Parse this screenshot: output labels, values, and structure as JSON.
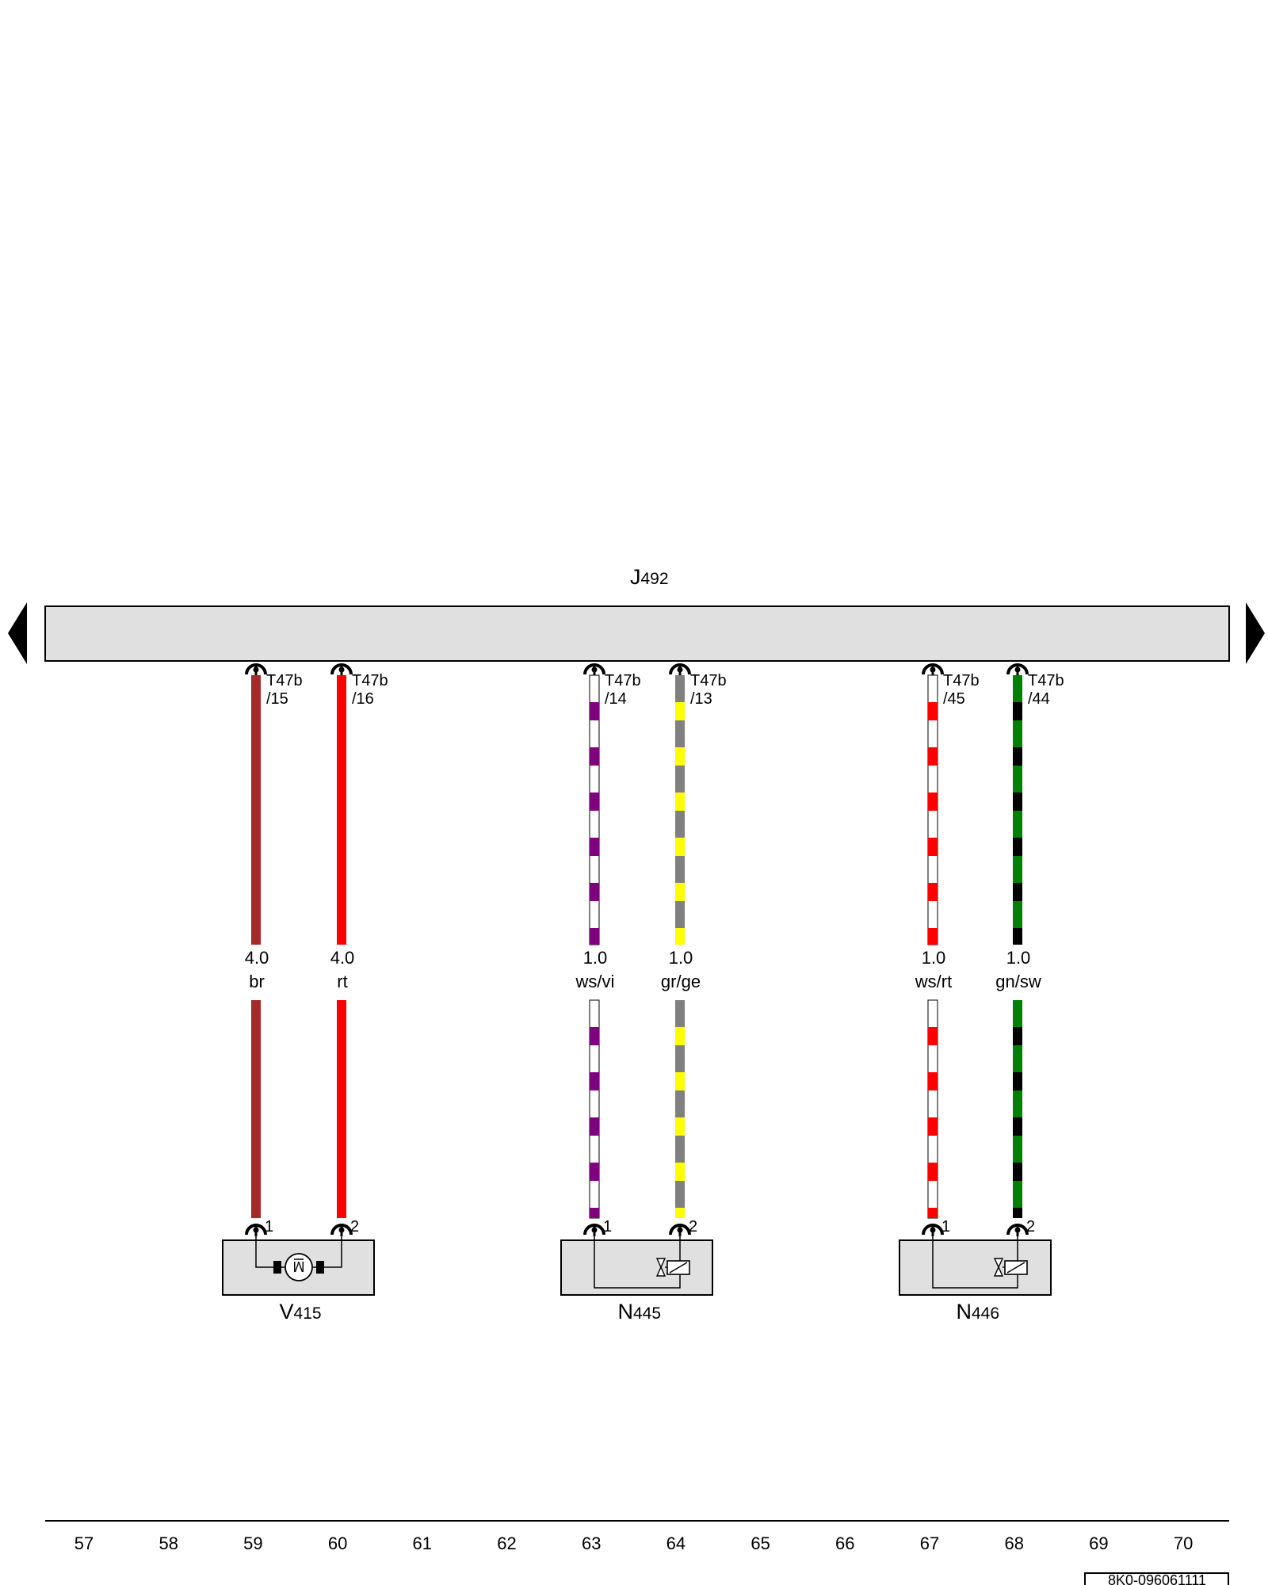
{
  "module": {
    "letter": "J",
    "number": "492"
  },
  "wires": [
    {
      "id": "w1",
      "connector": "T47b",
      "terminal": "/15",
      "size": "4.0",
      "color_code": "br",
      "colors": [
        "#a52a2a"
      ],
      "component_pin": "1"
    },
    {
      "id": "w2",
      "connector": "T47b",
      "terminal": "/16",
      "size": "4.0",
      "color_code": "rt",
      "colors": [
        "#ff0000"
      ],
      "component_pin": "2"
    },
    {
      "id": "w3",
      "connector": "T47b",
      "terminal": "/14",
      "size": "1.0",
      "color_code": "ws/vi",
      "colors": [
        "#ffffff",
        "#800080"
      ],
      "component_pin": "1"
    },
    {
      "id": "w4",
      "connector": "T47b",
      "terminal": "/13",
      "size": "1.0",
      "color_code": "gr/ge",
      "colors": [
        "#808080",
        "#ffff00"
      ],
      "component_pin": "2"
    },
    {
      "id": "w5",
      "connector": "T47b",
      "terminal": "/45",
      "size": "1.0",
      "color_code": "ws/rt",
      "colors": [
        "#ffffff",
        "#ff0000"
      ],
      "component_pin": "1"
    },
    {
      "id": "w6",
      "connector": "T47b",
      "terminal": "/44",
      "size": "1.0",
      "color_code": "gn/sw",
      "colors": [
        "#008000",
        "#000000"
      ],
      "component_pin": "2"
    }
  ],
  "components": [
    {
      "id": "v415",
      "letter": "V",
      "number": "415",
      "symbol": "motor-icon"
    },
    {
      "id": "n445",
      "letter": "N",
      "number": "445",
      "symbol": "valve-icon"
    },
    {
      "id": "n446",
      "letter": "N",
      "number": "446",
      "symbol": "valve-icon"
    }
  ],
  "ruler": [
    "57",
    "58",
    "59",
    "60",
    "61",
    "62",
    "63",
    "64",
    "65",
    "66",
    "67",
    "68",
    "69",
    "70"
  ],
  "drawing_number": "8K0-096061111",
  "colors": {
    "module_fill": "#e0e0e0",
    "component_fill": "#e0e0e0",
    "line": "#000000"
  }
}
